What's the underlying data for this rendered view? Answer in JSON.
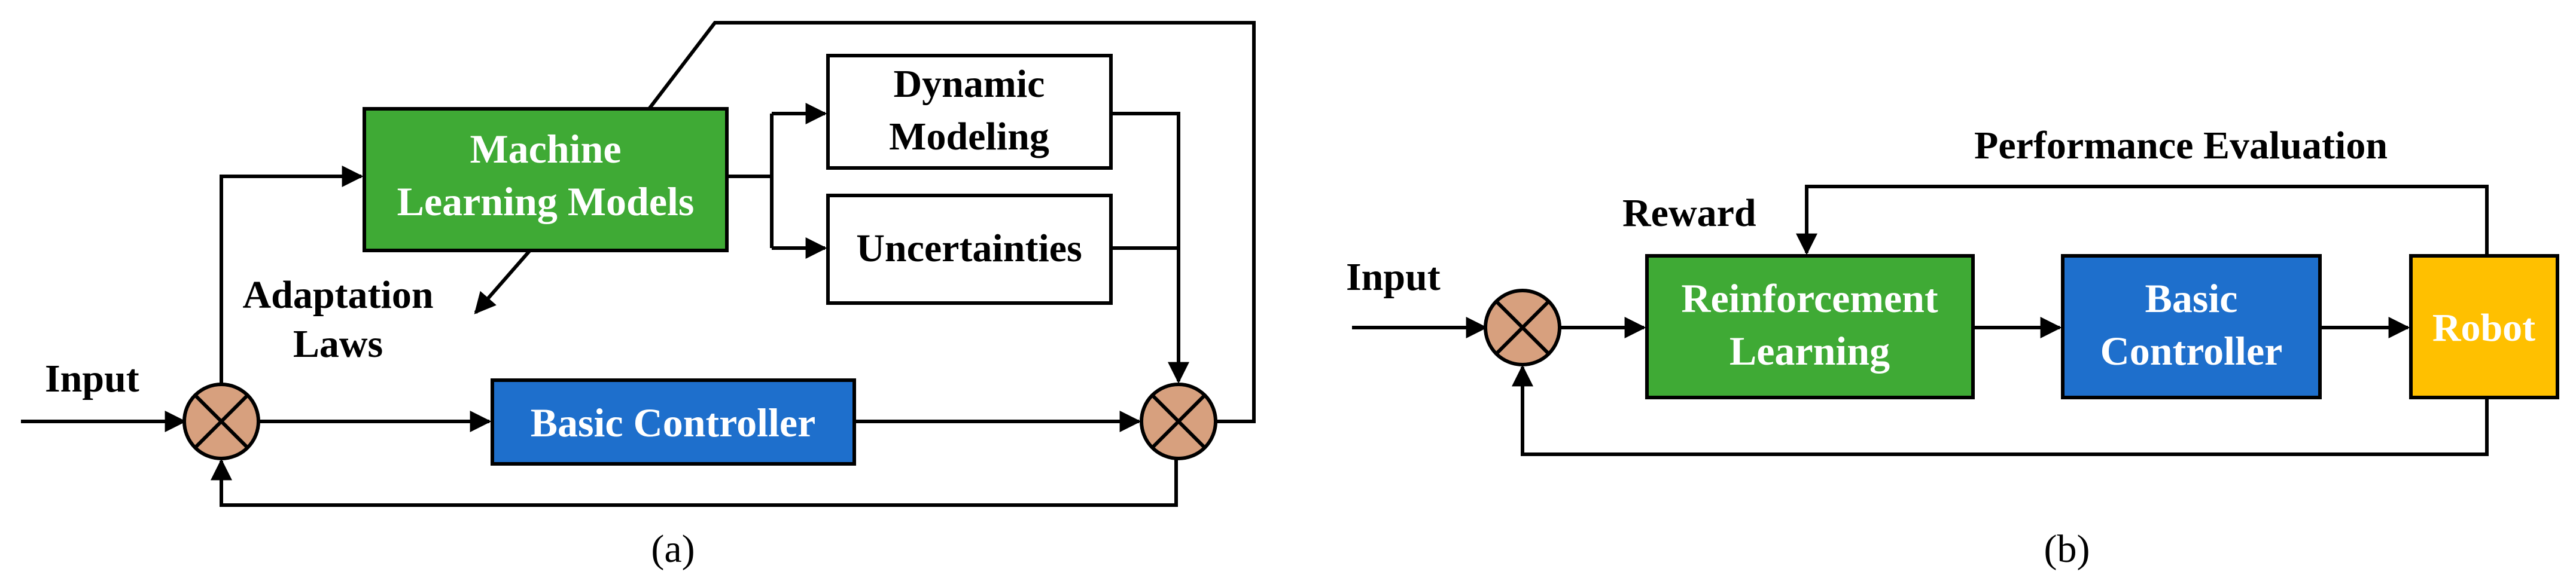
{
  "diagram_a": {
    "input_label": "Input",
    "ml_box": {
      "line1": "Machine",
      "line2": "Learning Models"
    },
    "dynamic_box": {
      "line1": "Dynamic",
      "line2": "Modeling"
    },
    "uncertainties_box": {
      "label": "Uncertainties"
    },
    "adaptation_label": {
      "line1": "Adaptation",
      "line2": "Laws"
    },
    "basic_controller_box": {
      "label": "Basic Controller"
    },
    "caption": "(a)"
  },
  "diagram_b": {
    "input_label": "Input",
    "reward_label": "Reward",
    "performance_label": "Performance Evaluation",
    "rl_box": {
      "line1": "Reinforcement",
      "line2": "Learning"
    },
    "bc_box": {
      "line1": "Basic",
      "line2": "Controller"
    },
    "robot_box": {
      "label": "Robot"
    },
    "caption": "(b)"
  },
  "colors": {
    "ml_green": "#3FAA35",
    "controller_blue": "#1E6FCC",
    "robot_yellow": "#FFC000",
    "summing_fill": "#D7A07E",
    "line": "#000000",
    "box_text_white": "#ffffff"
  }
}
